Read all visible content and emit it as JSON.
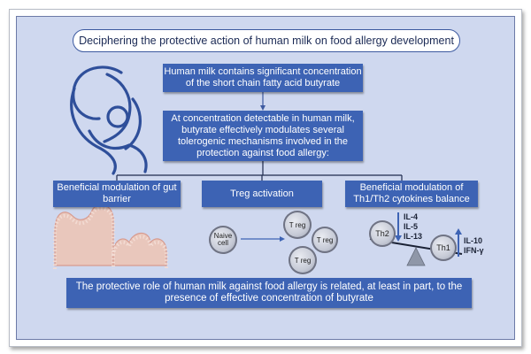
{
  "title": "Deciphering the protective action of human milk on food allergy development",
  "boxes": {
    "milk": "Human milk contains significant concentration of the short chain fatty acid butyrate",
    "butyrate": "At concentration detectable in human milk, butyrate effectively modulates several tolerogenic mechanisms involved in the protection against food allergy:",
    "gut": "Beneficial modulation of gut barrier",
    "treg": "Treg activation",
    "th": "Beneficial modulation of Th1/Th2 cytokines balance",
    "conclusion": "The protective role of human milk against food allergy is related, at least in part, to the presence of effective concentration of butyrate"
  },
  "cells": {
    "naive": "Naive cell",
    "treg1": "T reg",
    "treg2": "T reg",
    "treg3": "T reg",
    "th2": "Th2",
    "th1": "Th1"
  },
  "cytokines": {
    "down": [
      "IL-4",
      "IL-5",
      "IL-13"
    ],
    "up": [
      "IL-10",
      "IFN-γ"
    ]
  }
}
